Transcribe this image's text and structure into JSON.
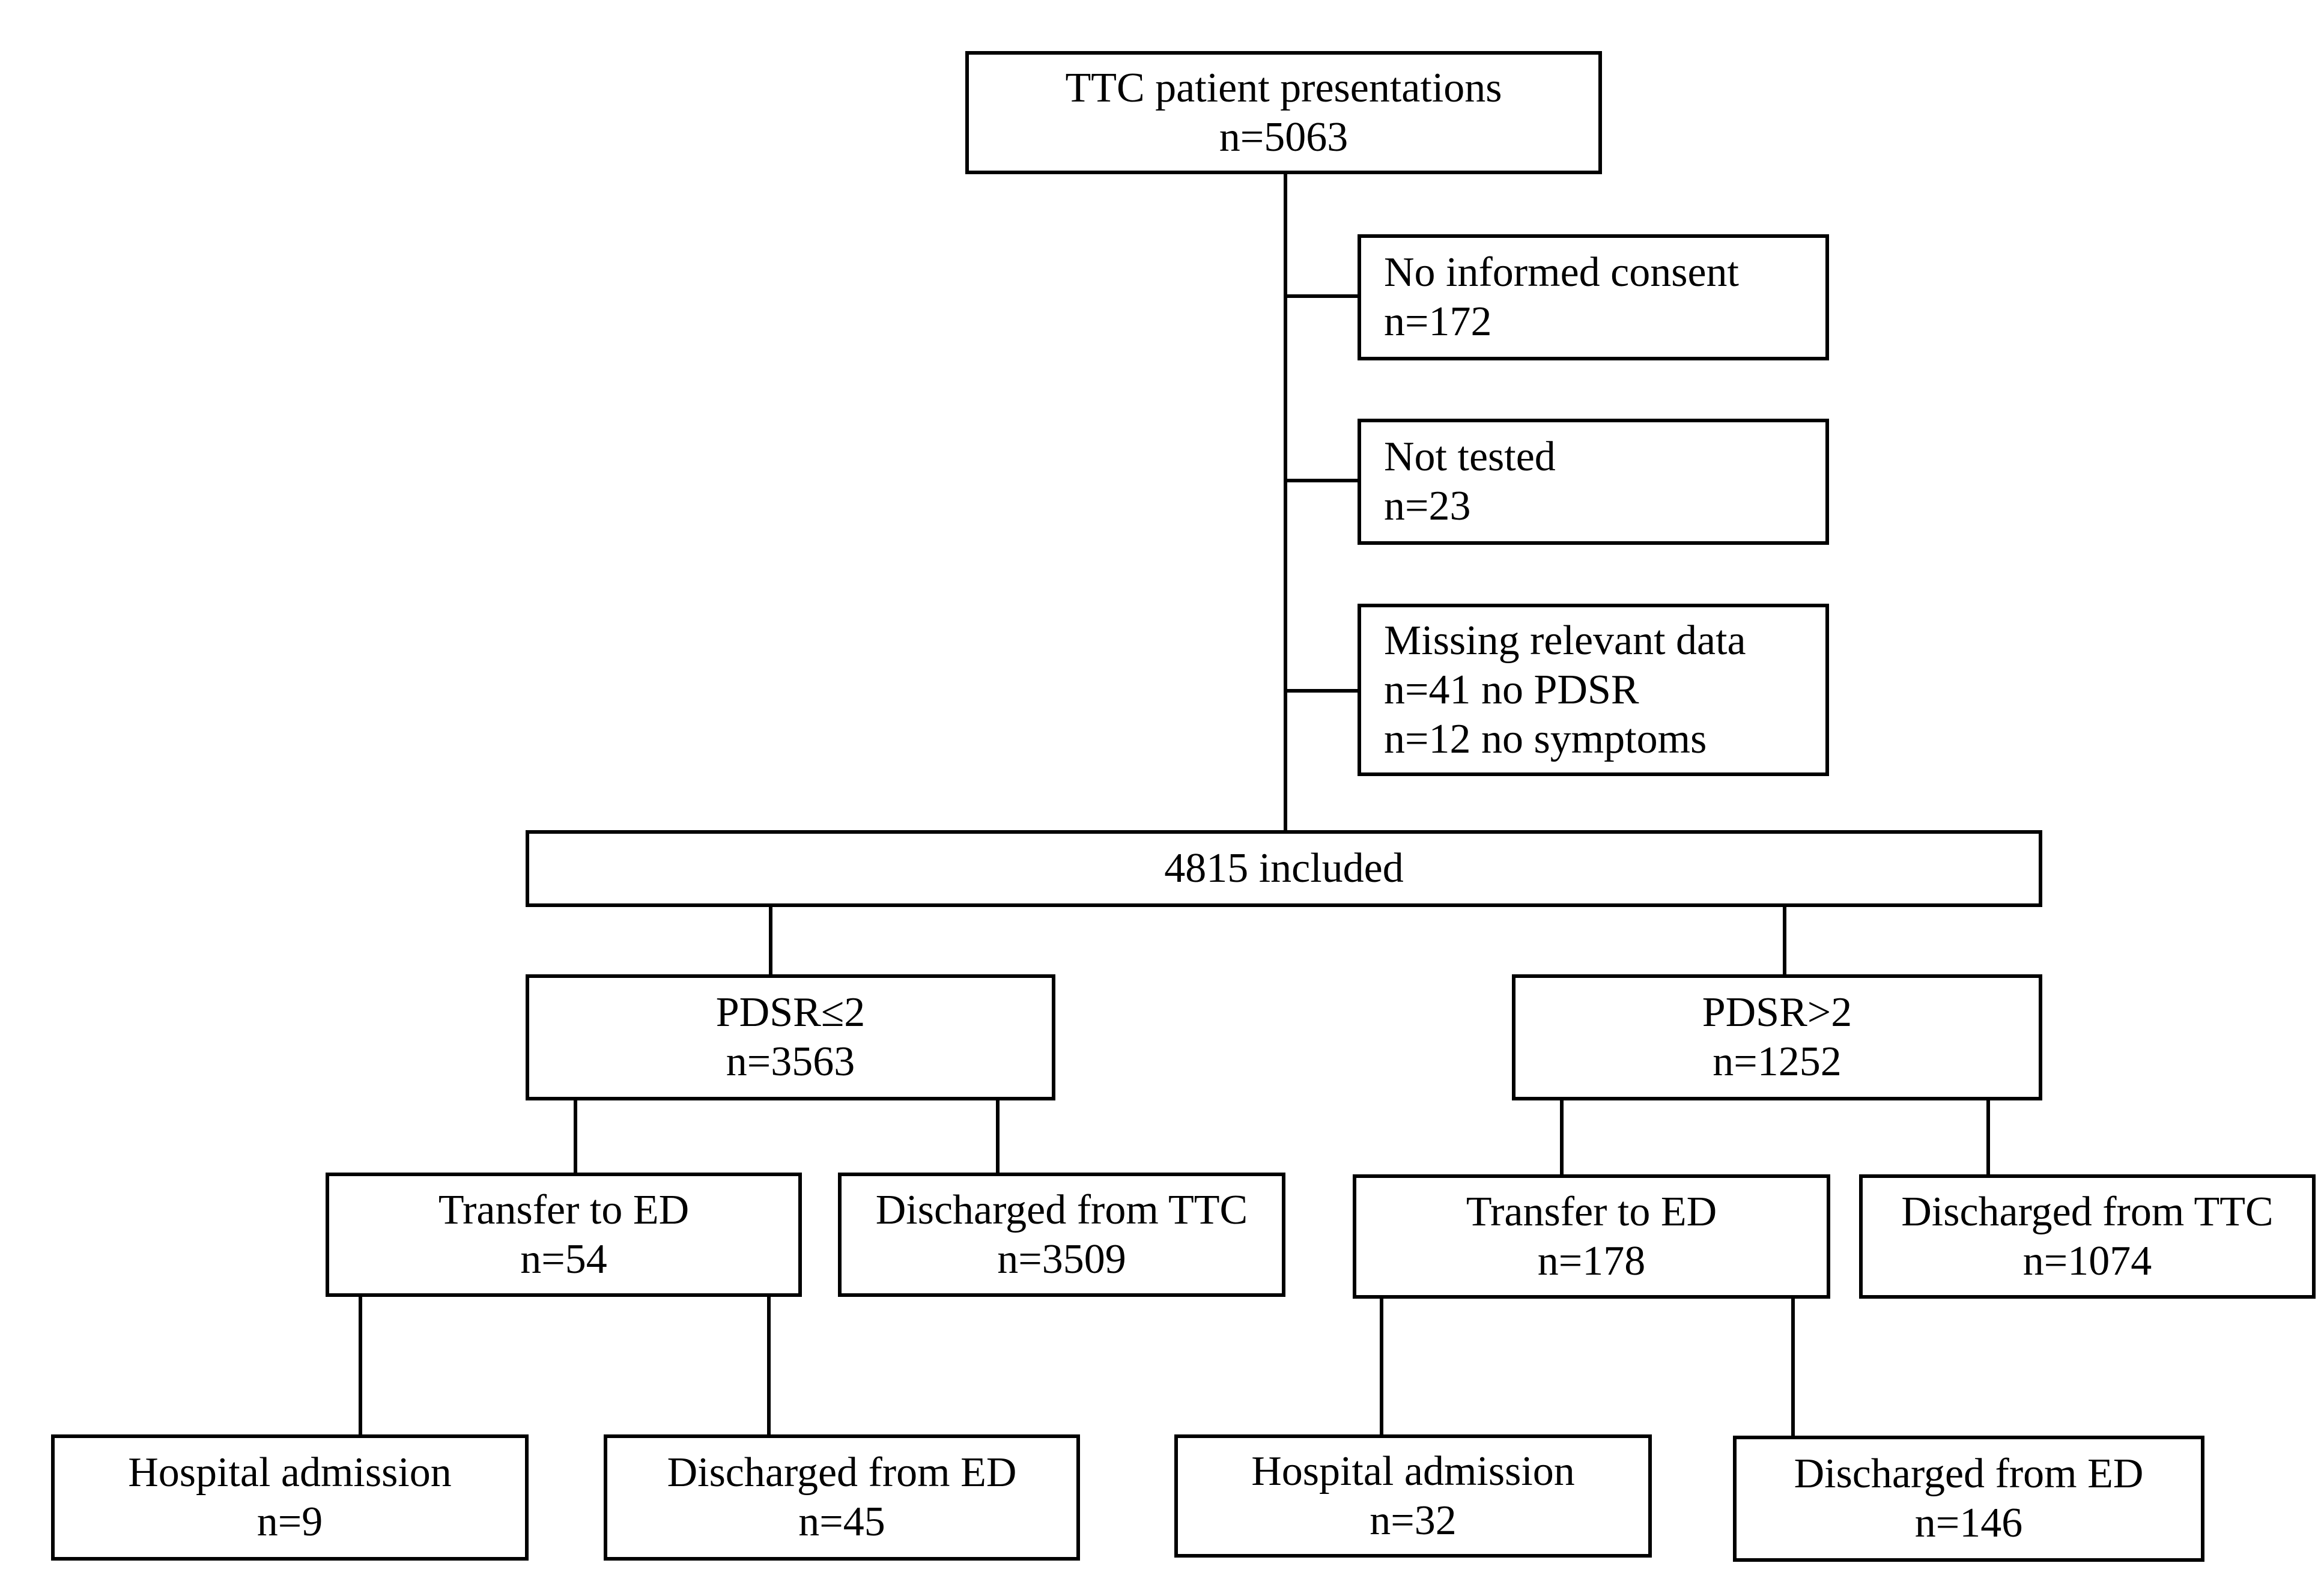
{
  "flowchart": {
    "top": {
      "title": "TTC patient presentations",
      "n": "n=5063"
    },
    "exclusions": [
      {
        "title": "No informed consent",
        "lines": [
          "n=172"
        ]
      },
      {
        "title": "Not tested",
        "lines": [
          "n=23"
        ]
      },
      {
        "title": "Missing relevant data",
        "lines": [
          "n=41 no PDSR",
          "n=12 no symptoms"
        ]
      }
    ],
    "included": {
      "label": "4815 included"
    },
    "groups": [
      {
        "title": "PDSR≤2",
        "n": "n=3563",
        "transfer": {
          "title": "Transfer to ED",
          "n": "n=54"
        },
        "discharged_ttc": {
          "title": "Discharged from TTC",
          "n": "n=3509"
        },
        "admission": {
          "title": "Hospital admission",
          "n": "n=9"
        },
        "discharged_ed": {
          "title": "Discharged from ED",
          "n": "n=45"
        }
      },
      {
        "title": "PDSR>2",
        "n": "n=1252",
        "transfer": {
          "title": "Transfer to ED",
          "n": "n=178"
        },
        "discharged_ttc": {
          "title": "Discharged from TTC",
          "n": "n=1074"
        },
        "admission": {
          "title": "Hospital admission",
          "n": "n=32"
        },
        "discharged_ed": {
          "title": "Discharged from ED",
          "n": "n=146"
        }
      }
    ]
  }
}
